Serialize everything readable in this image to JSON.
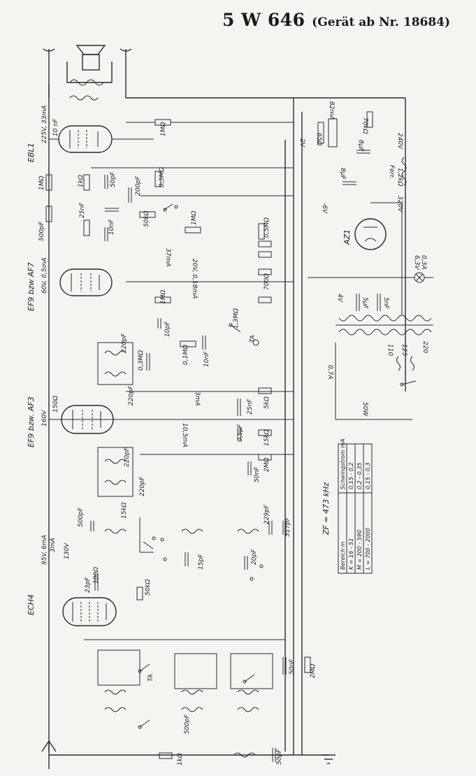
{
  "title": {
    "main": "5 W 646",
    "sub": "(Gerät ab Nr. 18684)"
  },
  "tubes": {
    "ebl1": "EBL1",
    "ef9_af7": "EF9 bzw AF7",
    "ef9_af3": "EF9 bzw. AF3",
    "ech4": "ECH4",
    "az1": "AZ1"
  },
  "labels": {
    "v225": "225V, 33mA",
    "v60": "60V, 0,5mA",
    "v20": "20V, 0,18mA",
    "v160": "160V",
    "v95": "95V, 6mA",
    "ma3": "3mA",
    "v130": "130V",
    "ma37": "37mA",
    "ma82": "82mA",
    "ma105": "10,5mA",
    "ma3b": "3mA",
    "neg2v": "-2V",
    "neg6v": "-6V",
    "v240": "240V",
    "v320": "320V",
    "v4": "4V",
    "v63": "6,3V",
    "a03": "0,3A",
    "ferr": "Ferr.",
    "ohm12k": "1,2kΩ",
    "zf": "ZF = 473 kHz",
    "ta": "TA",
    "w50": "50W",
    "a07": "0,7A",
    "t110": "110",
    "t125": "125",
    "t220": "220"
  },
  "components": {
    "r1m": "1MΩ",
    "r1k": "1kΩ",
    "c50p": "50pF",
    "c200p": "200pF",
    "c25n": "25nF",
    "c10n": "10nF",
    "r05m": "0,5MΩ",
    "r50k": "50kΩ",
    "c500p": "500pF",
    "c220p": "220pF",
    "c220pb": "220pF",
    "r150": "150Ω",
    "r5k": "5kΩ",
    "r15k": "15kΩ",
    "c50n": "50nF",
    "c25nb": "25nF",
    "c05u": "0,5μF",
    "r2m": "2MΩ",
    "c229p": "229pF",
    "c517p": "517pF",
    "c500pb": "500pF",
    "r100": "100Ω",
    "c15p": "15pF",
    "c20p": "20pF",
    "c50nb": "50nF",
    "r2mb": "2MΩ",
    "c8u": "8μF",
    "c8ub": "8μF",
    "r70k": "70kΩ",
    "c10p": "10pF",
    "r03m": "0,3MΩ",
    "r01m": "0,1MΩ",
    "r13m": "1,3MΩ",
    "r700": "700Ω",
    "c5u": "5μF",
    "c5nb": "5nF",
    "r65": "65Ω"
  },
  "table": {
    "header": [
      "Bereich m",
      "Schwingstrom mA"
    ],
    "rows": [
      [
        "K = 16 - 51",
        "0,15 - 0,2"
      ],
      [
        "M = 200 - 590",
        "0,2 - 0,35"
      ],
      [
        "L = 700 - 2000",
        "0,15 - 0,3"
      ]
    ]
  }
}
